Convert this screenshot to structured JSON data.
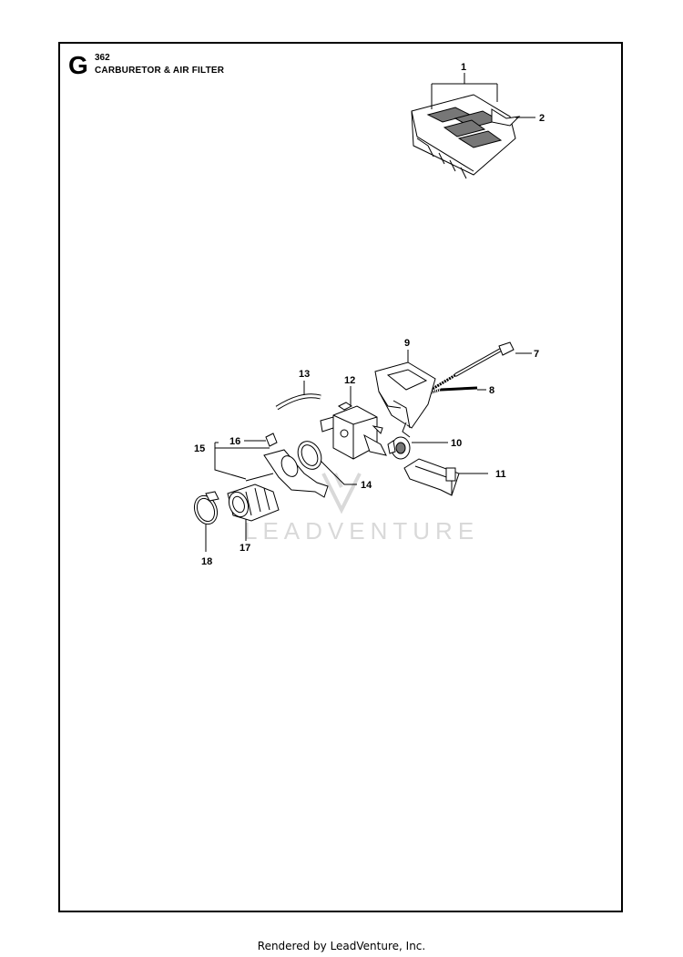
{
  "header": {
    "section_letter": "G",
    "model": "362",
    "title": "CARBURETOR & AIR FILTER"
  },
  "callouts": [
    "1",
    "2",
    "7",
    "8",
    "9",
    "10",
    "11",
    "12",
    "13",
    "14",
    "15",
    "16",
    "17",
    "18"
  ],
  "watermark": "LEADVENTURE",
  "footer": "Rendered by LeadVenture, Inc."
}
